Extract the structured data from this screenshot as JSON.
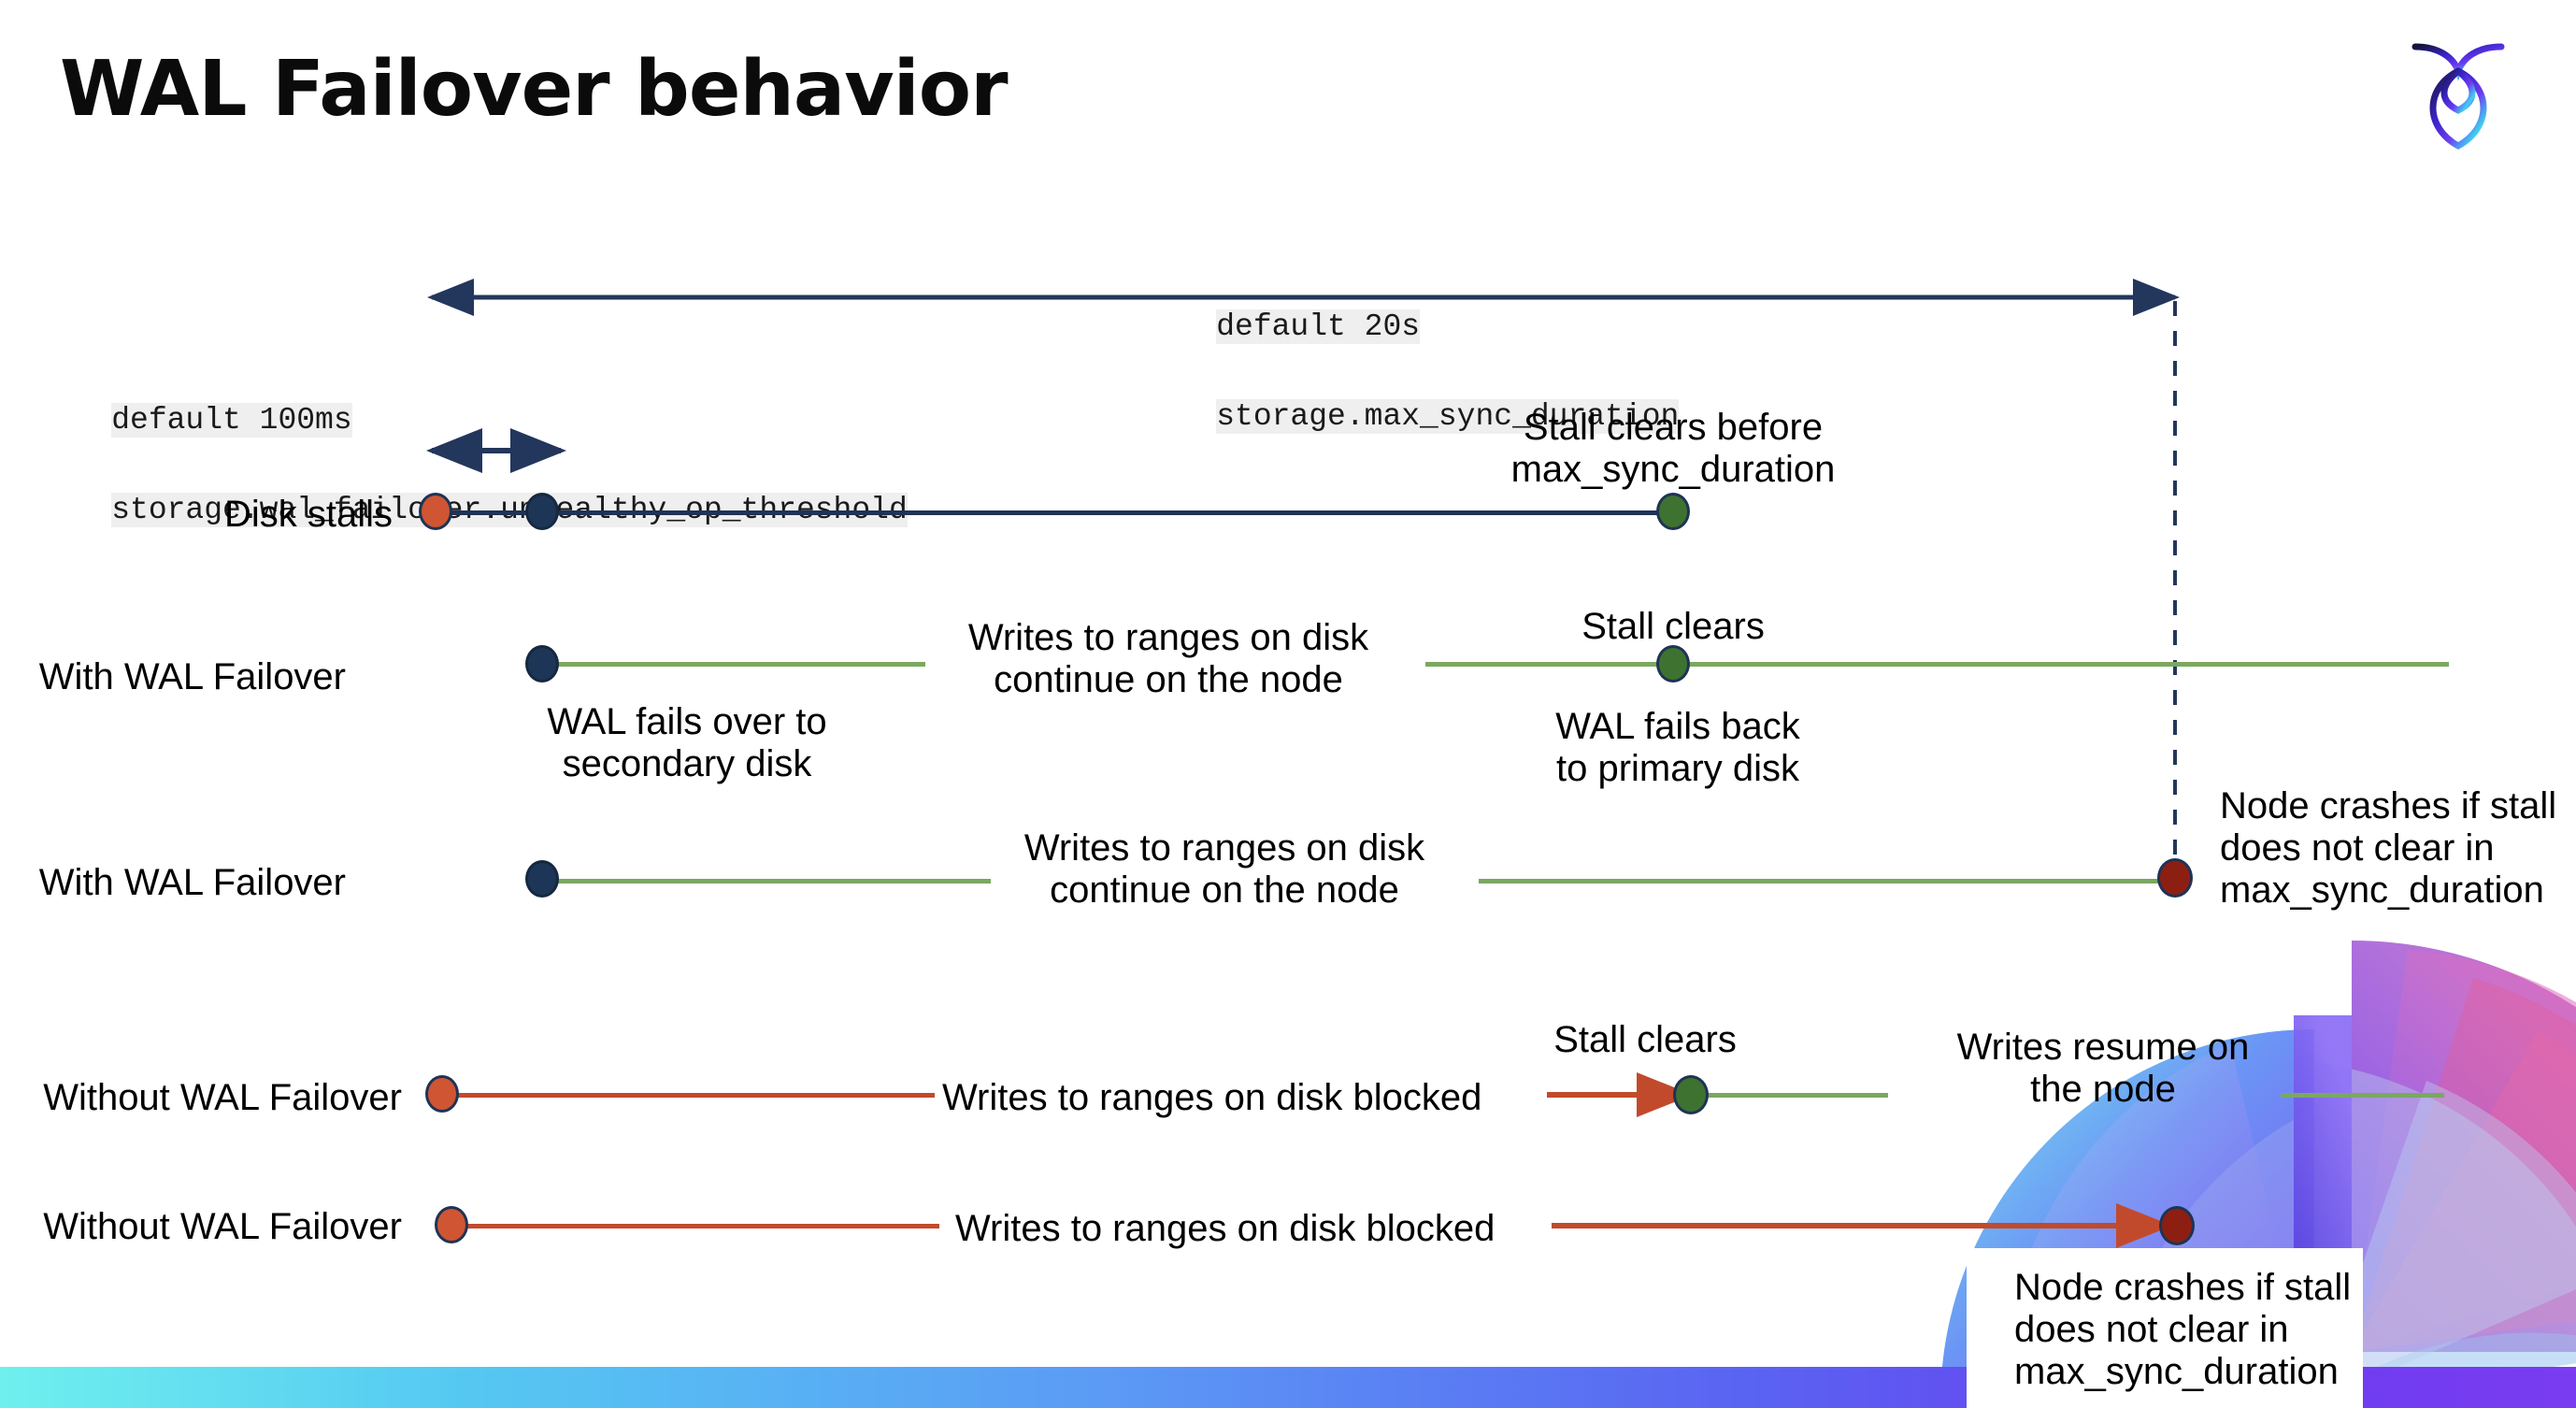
{
  "slide": {
    "title": "WAL Failover behavior",
    "logo_name": "cockroachdb-logo"
  },
  "annotations": {
    "top_setting": {
      "line1": "default 20s",
      "line2": "storage.max_sync_duration"
    },
    "left_setting": {
      "line1": "default 100ms",
      "line2": "storage.wal_failover.unhealthy_op_threshold"
    }
  },
  "rows": [
    {
      "label": "Disk stalls",
      "callout": "Stall clears before\nmax_sync_duration"
    },
    {
      "label": "With WAL Failover",
      "callout_mid": "Writes to ranges on disk\ncontinue on the node",
      "callout_clear": "Stall clears",
      "callout_under_start": "WAL fails over to\nsecondary disk",
      "callout_under_clear": "WAL fails  back\nto primary disk"
    },
    {
      "label": "With WAL Failover",
      "callout_mid": "Writes to ranges on disk\ncontinue on the node",
      "callout_right": "Node crashes if stall\ndoes not clear in\nmax_sync_duration"
    },
    {
      "label": "Without WAL Failover",
      "callout_mid": "Writes to ranges on disk  blocked",
      "callout_clear": "Stall clears",
      "callout_resume": "Writes resume on\nthe node"
    },
    {
      "label": "Without WAL Failover",
      "callout_mid": "Writes to ranges on disk  blocked",
      "callout_right": "Node crashes if stall\ndoes not clear in\nmax_sync_duration"
    }
  ],
  "colors": {
    "navy": "#1f3355",
    "green": "#7aa860",
    "red": "#c24a2c",
    "dot_orange": "#cf5533",
    "dot_green": "#3e7230",
    "dot_darkred": "#8d1f12",
    "dot_navy": "#1d3557",
    "code_highlight": "#efefef",
    "bottom_bar_start": "#6ff0ee",
    "bottom_bar_end": "#7a3cf0"
  },
  "legend": {
    "dot_orange_meaning": "stall-start-marker",
    "dot_navy_meaning": "failover-marker",
    "dot_green_meaning": "stall-cleared-marker",
    "dot_darkred_meaning": "node-crash-marker"
  }
}
